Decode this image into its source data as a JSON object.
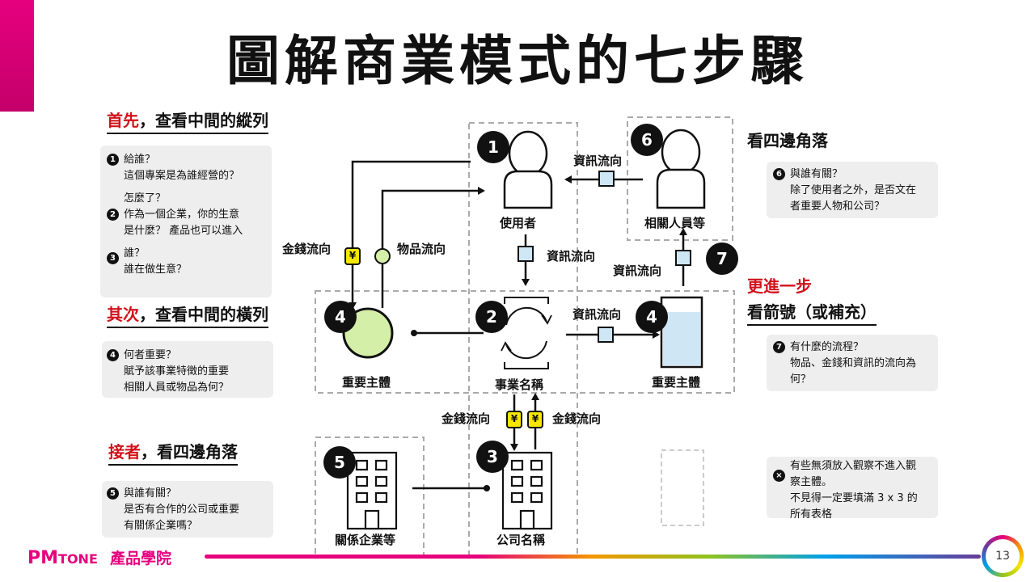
{
  "title": "圖解商業模式的七步驟",
  "page_number": "13",
  "left": {
    "sec1": {
      "red": "首先",
      "rest": "，查看中間的縱列"
    },
    "note1": [
      {
        "num": "1",
        "text": "給誰？\n這個專案是為誰經營的？"
      },
      {
        "num": "2",
        "text": "怎麼了？\n作為一個企業，你的生意\n是什麼？ 產品也可以進入"
      },
      {
        "num": "3",
        "text": "誰？\n誰在做生意？"
      }
    ],
    "sec2": {
      "red": "其次",
      "rest": "，查看中間的橫列"
    },
    "note2": {
      "num": "4",
      "text": "何者重要？\n賦予該事業特徵的重要\n相關人員或物品為何？"
    },
    "sec3": {
      "red": "接者",
      "rest": "，看四邊角落"
    },
    "note3": {
      "num": "5",
      "text": "與誰有關？\n是否有合作的公司或重要\n有關係企業嗎？"
    }
  },
  "right": {
    "head1": "看四邊角落",
    "note6": {
      "num": "6",
      "text": "與誰有關？\n除了使用者之外，是否文在\n者重要人物和公司？"
    },
    "head2_red": "更進一步",
    "head2": "看箭號（或補充）",
    "note7": {
      "num": "7",
      "text": "有什麼的流程？\n物品、金錢和資訊的流向為\n何？"
    },
    "note_x": {
      "num": "×",
      "text": "有些無須放入觀察不進入觀\n察主體。\n不見得一定要填滿 3 x 3 的\n所有表格"
    }
  },
  "diagram": {
    "user_label": "使用者",
    "stakeholder_label": "相關人員等",
    "key_left_label": "重要主體",
    "business_label": "事業名稱",
    "key_right_label": "重要主體",
    "related_company_label": "關係企業等",
    "company_label": "公司名稱",
    "info_flow_1": "資訊流向",
    "info_flow_2": "資訊流向",
    "info_flow_3": "資訊流向",
    "info_flow_4": "資訊流向",
    "money_flow_1": "金錢流向",
    "money_flow_2": "金錢流向",
    "money_flow_3": "金錢流向",
    "goods_flow": "物品流向",
    "yen": "¥",
    "badges": [
      "1",
      "2",
      "3",
      "4",
      "4",
      "5",
      "6",
      "7"
    ]
  },
  "footer": {
    "brand_pm": "PM",
    "brand_tone": "TONE",
    "brand_cn": "產品學院"
  },
  "colors": {
    "red": "#d0121b",
    "magenta": "#e6007e",
    "light_green": "#d4f0a8",
    "light_blue": "#cfe6f5",
    "yen_yellow": "#f6e600"
  }
}
